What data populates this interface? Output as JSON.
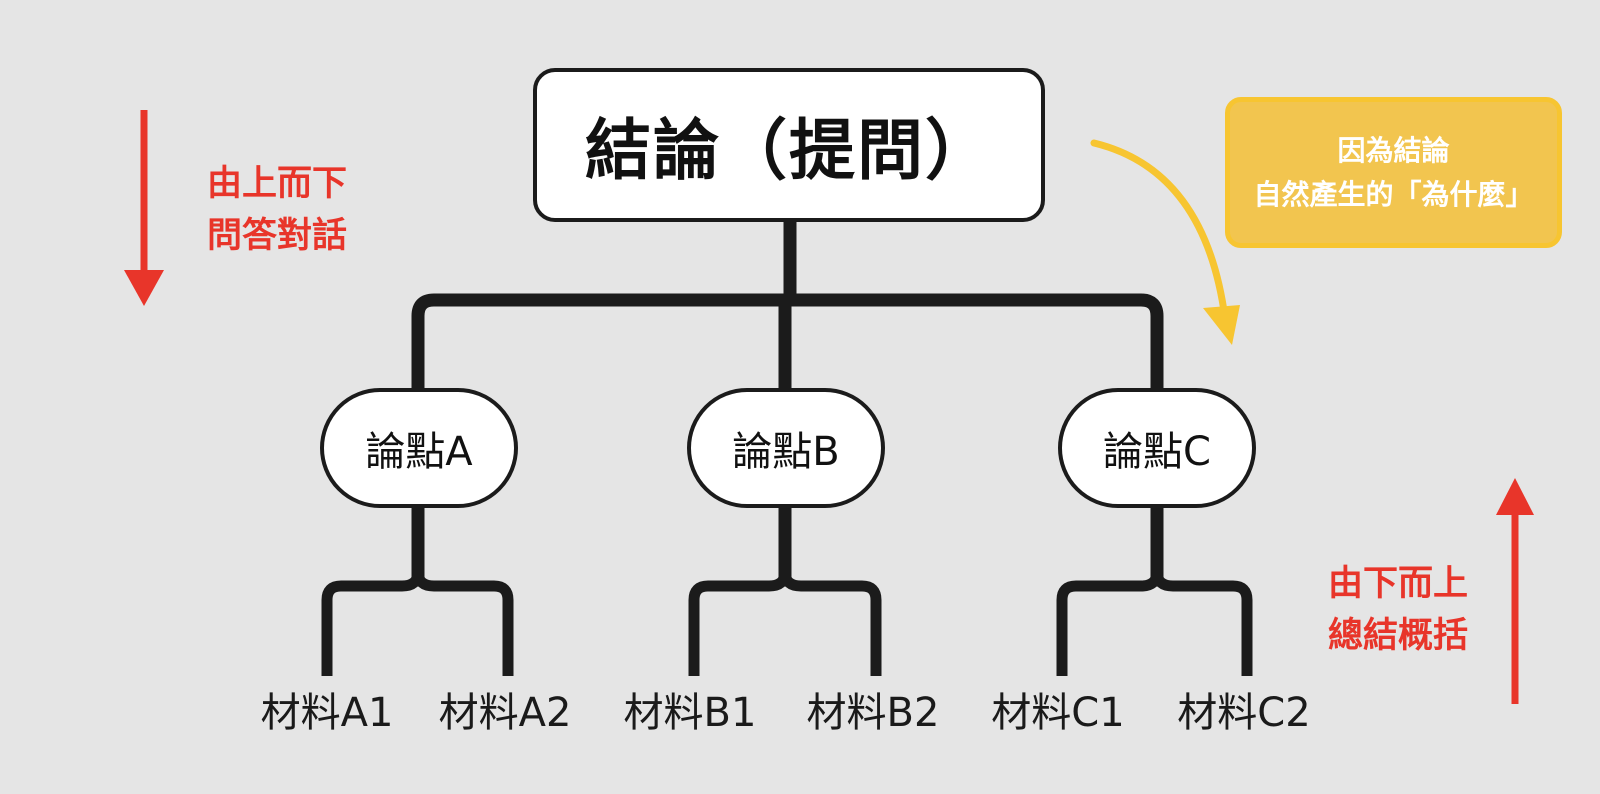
{
  "root": {
    "label": "結論（提問）"
  },
  "points": [
    {
      "label": "論點A"
    },
    {
      "label": "論點B"
    },
    {
      "label": "論點C"
    }
  ],
  "materials": [
    {
      "label": "材料A1"
    },
    {
      "label": "材料A2"
    },
    {
      "label": "材料B1"
    },
    {
      "label": "材料B2"
    },
    {
      "label": "材料C1"
    },
    {
      "label": "材料C2"
    }
  ],
  "top_down": {
    "line1": "由上而下",
    "line2": "問答對話"
  },
  "bottom_up": {
    "line1": "由下而上",
    "line2": "總結概括"
  },
  "note": {
    "line1": "因為結論",
    "line2": "自然產生的「為什麼」"
  },
  "colors": {
    "red_accent": "#e8352a",
    "yellow_arrow": "#f7c531",
    "note_fill": "#f2c54f",
    "connector": "#1b1b1b",
    "background": "#e5e5e5"
  }
}
